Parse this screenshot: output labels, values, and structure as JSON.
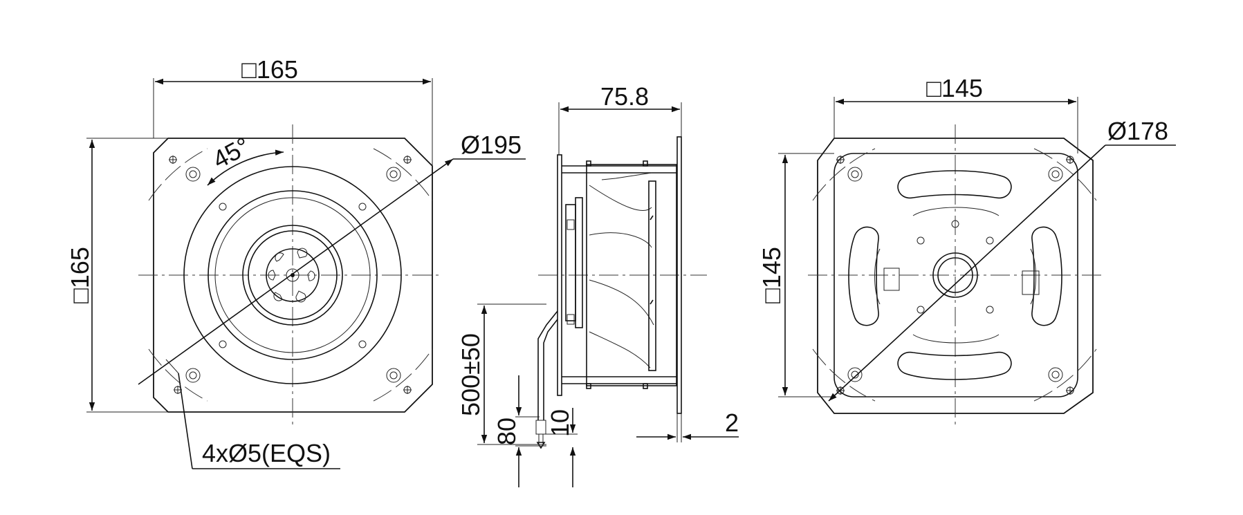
{
  "front_view": {
    "width_label": "□165",
    "height_label": "□165",
    "diameter_label": "Ø195",
    "angle_label": "45°",
    "holes_label": "4xØ5(EQS)"
  },
  "side_view": {
    "depth_label": "75.8",
    "cable_length_label": "500±50",
    "strip_label": "80",
    "tip_label": "10",
    "flange_label": "2"
  },
  "rear_view": {
    "width_label": "□145",
    "height_label": "□145",
    "diameter_label": "Ø178"
  }
}
